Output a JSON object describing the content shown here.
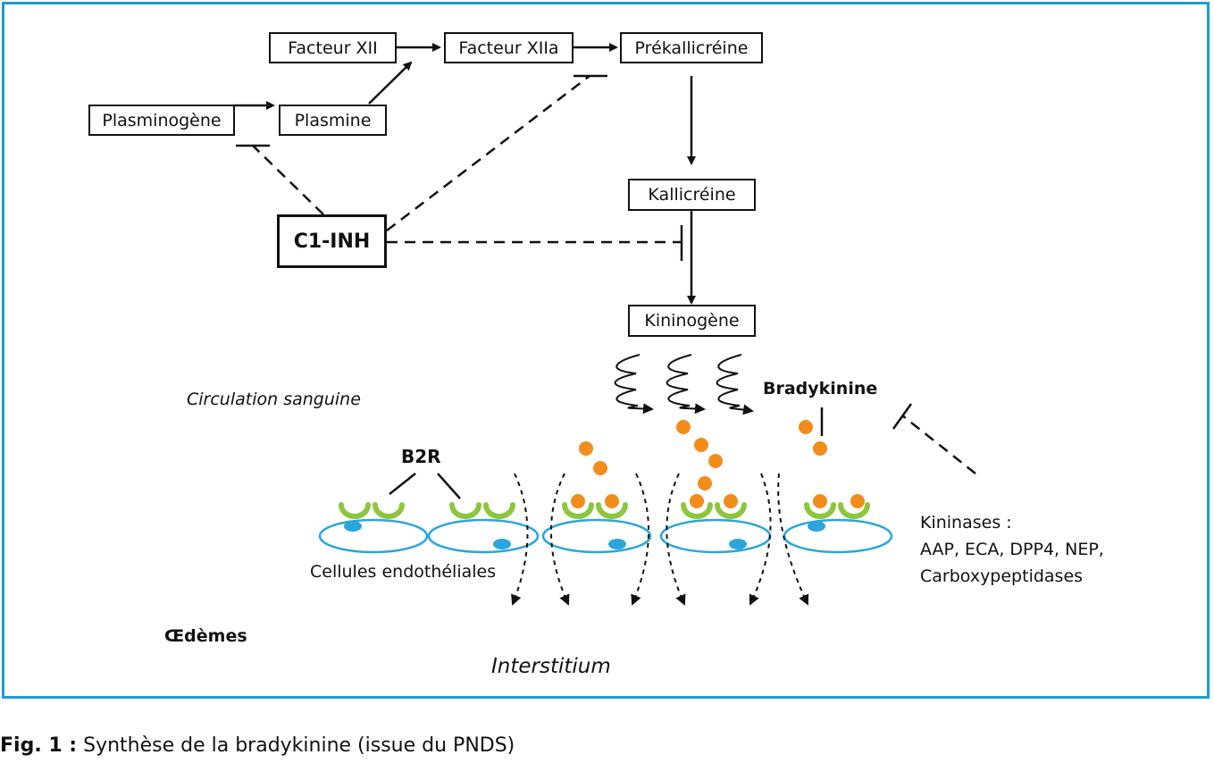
{
  "nodes": {
    "facteur_xii": "Facteur XII",
    "facteur_xiia": "Facteur XIIa",
    "prekallicreine": "Prékallicréine",
    "plasminogene": "Plasminogène",
    "plasmine": "Plasmine",
    "kallicreine": "Kallicréine",
    "c1_inh": "C1-INH",
    "kininogene": "Kininogène"
  },
  "labels": {
    "circulation": "Circulation sanguine",
    "bradykinine": "Bradykinine",
    "b2r": "B2R",
    "cellules": "Cellules endothéliales",
    "kininases_title": "Kininases :",
    "kininases_line1": "AAP, ECA, DPP4, NEP,",
    "kininases_line2": "Carboxypeptidases",
    "oedemes": "Œdèmes",
    "interstitium": "Interstitium"
  },
  "caption": {
    "prefix": "Fig. 1 :",
    "text": " Synthèse de la bradykinine (issue du PNDS)"
  },
  "colors": {
    "frame": "#1e9bd7",
    "cell_outline": "#2aa6dc",
    "nucleus": "#2aa6dc",
    "receptor": "#8cc63f",
    "bradykinin": "#f28c1b"
  }
}
